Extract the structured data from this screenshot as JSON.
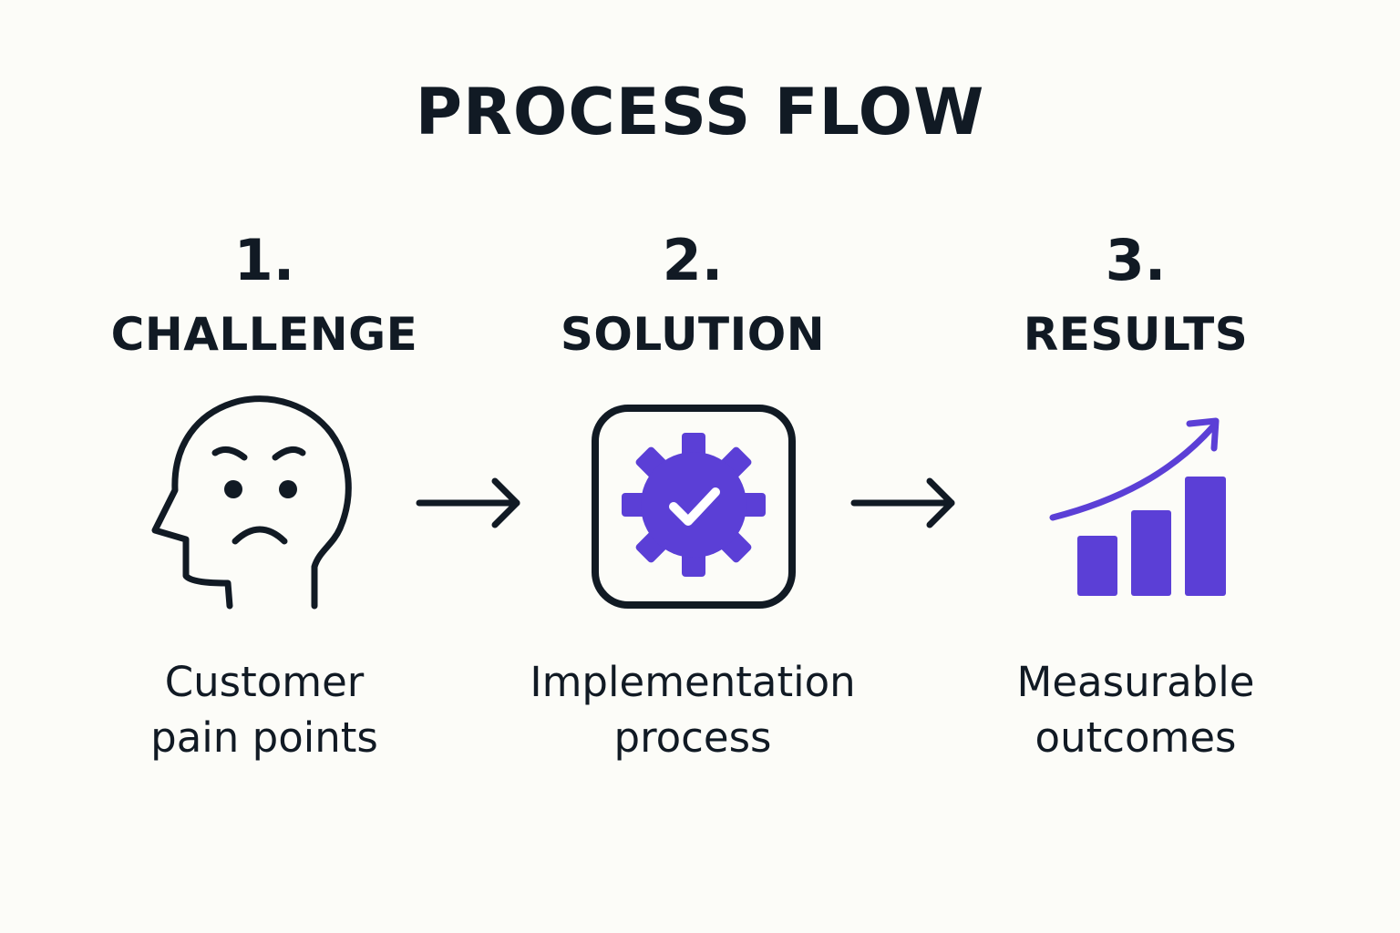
{
  "title": "PROCESS FLOW",
  "steps": [
    {
      "number": "1.",
      "title": "CHALLENGE",
      "description": [
        "Customer",
        "pain points"
      ],
      "icon": "sad-head-icon"
    },
    {
      "number": "2.",
      "title": "SOLUTION",
      "description": [
        "Implementation",
        "process"
      ],
      "icon": "gear-check-icon"
    },
    {
      "number": "3.",
      "title": "RESULTS",
      "description": [
        "Measurable",
        "outcomes"
      ],
      "icon": "growth-chart-icon"
    }
  ],
  "arrows": [
    "arrow-right-icon",
    "arrow-right-icon"
  ],
  "colors": {
    "background": "#fcfcf8",
    "text": "#111a24",
    "accent": "#5b3fd6"
  }
}
